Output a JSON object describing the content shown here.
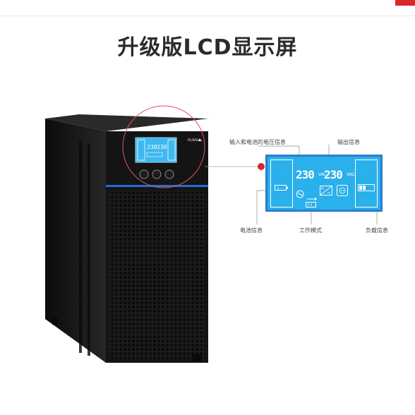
{
  "title": "升级版LCD显示屏",
  "ups": {
    "brand": "KUAN",
    "screen_values": [
      "230",
      "230"
    ]
  },
  "lcd_panel": {
    "input_voltage": "230",
    "output_voltage": "230",
    "unit_input": "VAC",
    "unit_output": "VAC",
    "icon_names": [
      "battery-icon",
      "ac-input-icon",
      "inverter-icon",
      "output-socket-icon",
      "battery-level-icon",
      "load-level-icon"
    ]
  },
  "annotations": {
    "input_battery_voltage": "输入和电池的电压信息",
    "output_info": "输出信息",
    "battery_info": "电池信息",
    "work_mode": "工作模式",
    "load_info": "负载信息"
  },
  "colors": {
    "lcd_blue": "#2ab0ea",
    "accent_red": "#d9252b",
    "ups_body": "#151515",
    "stripe_blue": "#1f6fd6"
  }
}
